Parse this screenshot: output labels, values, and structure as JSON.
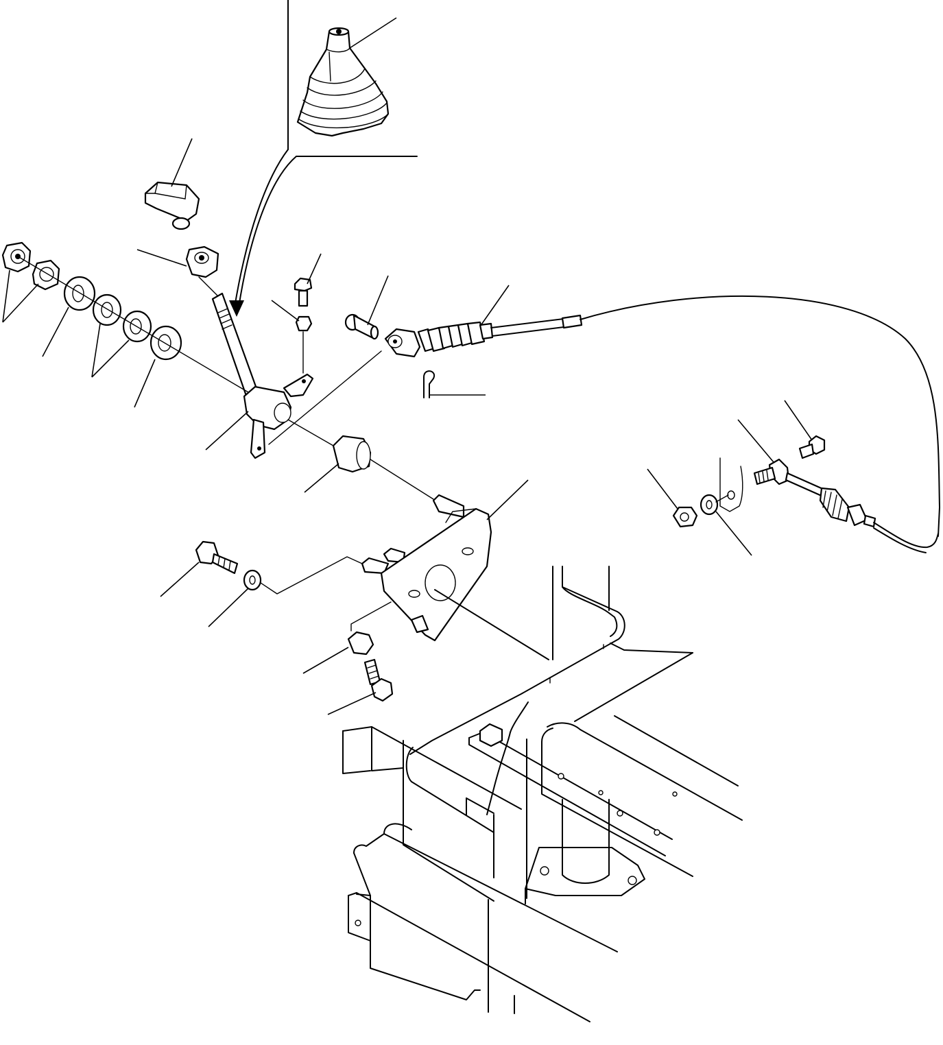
{
  "diagram": {
    "kind": "exploded parts drawing",
    "parts": [
      {
        "id": "boot",
        "icon": "rubber-boot"
      },
      {
        "id": "knob",
        "icon": "lever-knob"
      },
      {
        "id": "lock-nut",
        "icon": "nut"
      },
      {
        "id": "lever",
        "icon": "shift-lever"
      },
      {
        "id": "bolt-small",
        "icon": "bolt"
      },
      {
        "id": "nut-small",
        "icon": "nut"
      },
      {
        "id": "clevis-pin",
        "icon": "pin"
      },
      {
        "id": "cable",
        "icon": "control-cable"
      },
      {
        "id": "cotter-pin",
        "icon": "cotter-pin"
      },
      {
        "id": "nuts-pair",
        "icon": "nut"
      },
      {
        "id": "washer-a",
        "icon": "washer"
      },
      {
        "id": "washers-pair",
        "icon": "washer"
      },
      {
        "id": "washer-b",
        "icon": "washer"
      },
      {
        "id": "bushing",
        "icon": "bushing"
      },
      {
        "id": "bracket",
        "icon": "bracket"
      },
      {
        "id": "bolt-left",
        "icon": "bolt"
      },
      {
        "id": "washer-left",
        "icon": "washer"
      },
      {
        "id": "spacer",
        "icon": "spacer"
      },
      {
        "id": "bolt-lower",
        "icon": "bolt"
      },
      {
        "id": "cable-end-bolt",
        "icon": "bolt"
      },
      {
        "id": "cable-end-fitting",
        "icon": "fitting"
      },
      {
        "id": "cable-end-nut",
        "icon": "nut"
      },
      {
        "id": "cable-end-washer",
        "icon": "washer"
      },
      {
        "id": "frame",
        "icon": "machine-frame"
      }
    ]
  }
}
